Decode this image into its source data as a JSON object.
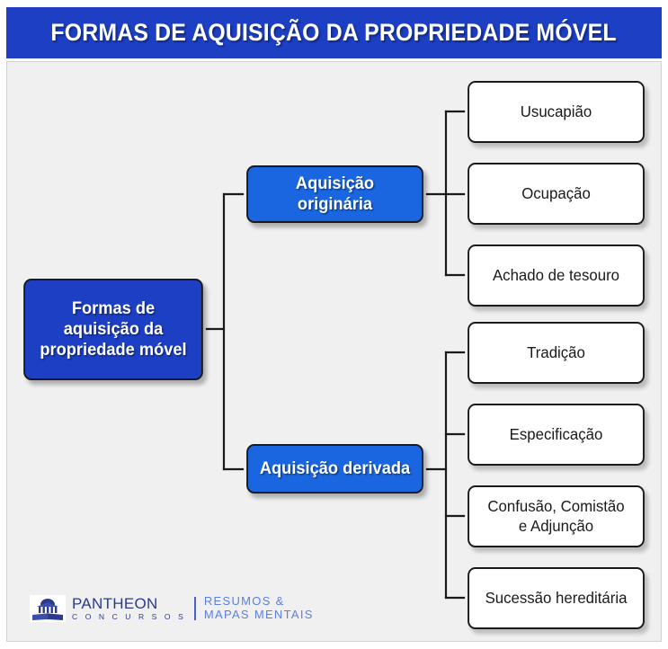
{
  "header": {
    "title": "FORMAS DE AQUISIÇÃO DA PROPRIEDADE MÓVEL",
    "background_color": "#1c3fc4",
    "text_color": "#ffffff"
  },
  "canvas": {
    "background_color": "#f0f0f0",
    "border_color": "#d2d2d2"
  },
  "diagram": {
    "type": "mind-map",
    "orientation": "left-to-right",
    "root": {
      "label": "Formas de aquisição da propriedade móvel",
      "line1": "Formas de",
      "line2": "aquisição da",
      "line3": "propriedade móvel",
      "color": "#1c3fc4"
    },
    "branches": [
      {
        "id": "originaria",
        "line1": "Aquisição",
        "line2": "originária",
        "label": "Aquisição originária",
        "color": "#1a66e0",
        "leaves": [
          {
            "label": "Usucapião"
          },
          {
            "label": "Ocupação"
          },
          {
            "label": "Achado de tesouro"
          }
        ]
      },
      {
        "id": "derivada",
        "line1": "Aquisição derivada",
        "line2": "",
        "label": "Aquisição derivada",
        "color": "#1a66e0",
        "leaves": [
          {
            "label": "Tradição"
          },
          {
            "label": "Especificação"
          },
          {
            "label": "Confusão, Comistão",
            "label2": "e Adjunção"
          },
          {
            "label": "Sucessão hereditária"
          }
        ]
      }
    ],
    "leaf_color": "#ffffff",
    "connector_color": "#1a1a1a"
  },
  "logo": {
    "brand": "PANTHEON",
    "brand_sub": "C O N C U R S O S",
    "tagline_line1": "RESUMOS &",
    "tagline_line2": "MAPAS MENTAIS",
    "brand_color": "#2b3a8f",
    "tagline_color": "#5b7fe0"
  }
}
